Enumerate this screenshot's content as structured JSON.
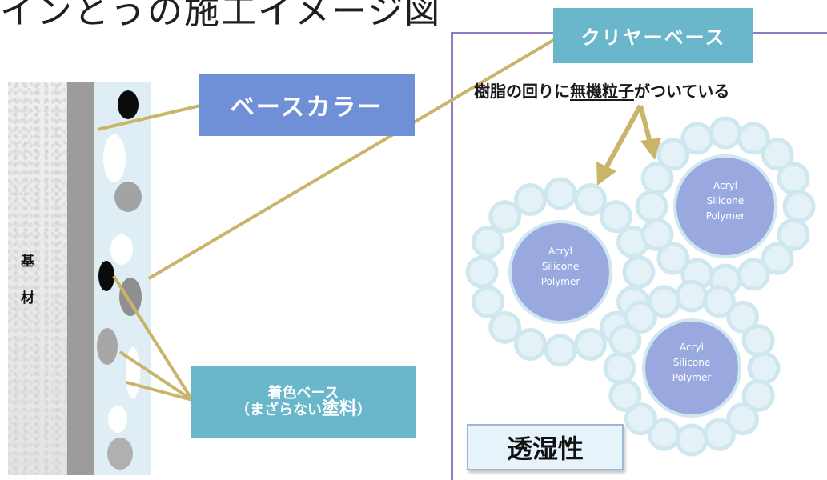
{
  "header": {
    "title": "インとうの施工イメージ図"
  },
  "substrate": {
    "char1": "基",
    "char2": "材"
  },
  "labels": {
    "base_color": "ベースカラー",
    "pigment_line1": "着色ベース",
    "pigment_line2_open": "（まざらない",
    "pigment_line2_big": "塗料",
    "pigment_line2_close": "）",
    "clear_base": "クリヤーベース",
    "resin_pre": "樹脂の回りに",
    "resin_underlined": "無機粒子",
    "resin_post": "がついている",
    "breathability": "透湿性"
  },
  "polymers": [
    {
      "line1": "Acryl",
      "line2": "Silicone",
      "line3": "Polymer"
    },
    {
      "line1": "Acryl",
      "line2": "Silicone",
      "line3": "Polymer"
    },
    {
      "line1": "Acryl",
      "line2": "Silicone",
      "line3": "Polymer"
    }
  ],
  "colors": {
    "base_color_box": "#6f8fd6",
    "clear_box": "#6ab7cc",
    "polymer_core": "#9aa8e0",
    "particle": "#cfe7ef",
    "panel_border": "#8e7cc3",
    "leader_line": "#c9b46a"
  }
}
